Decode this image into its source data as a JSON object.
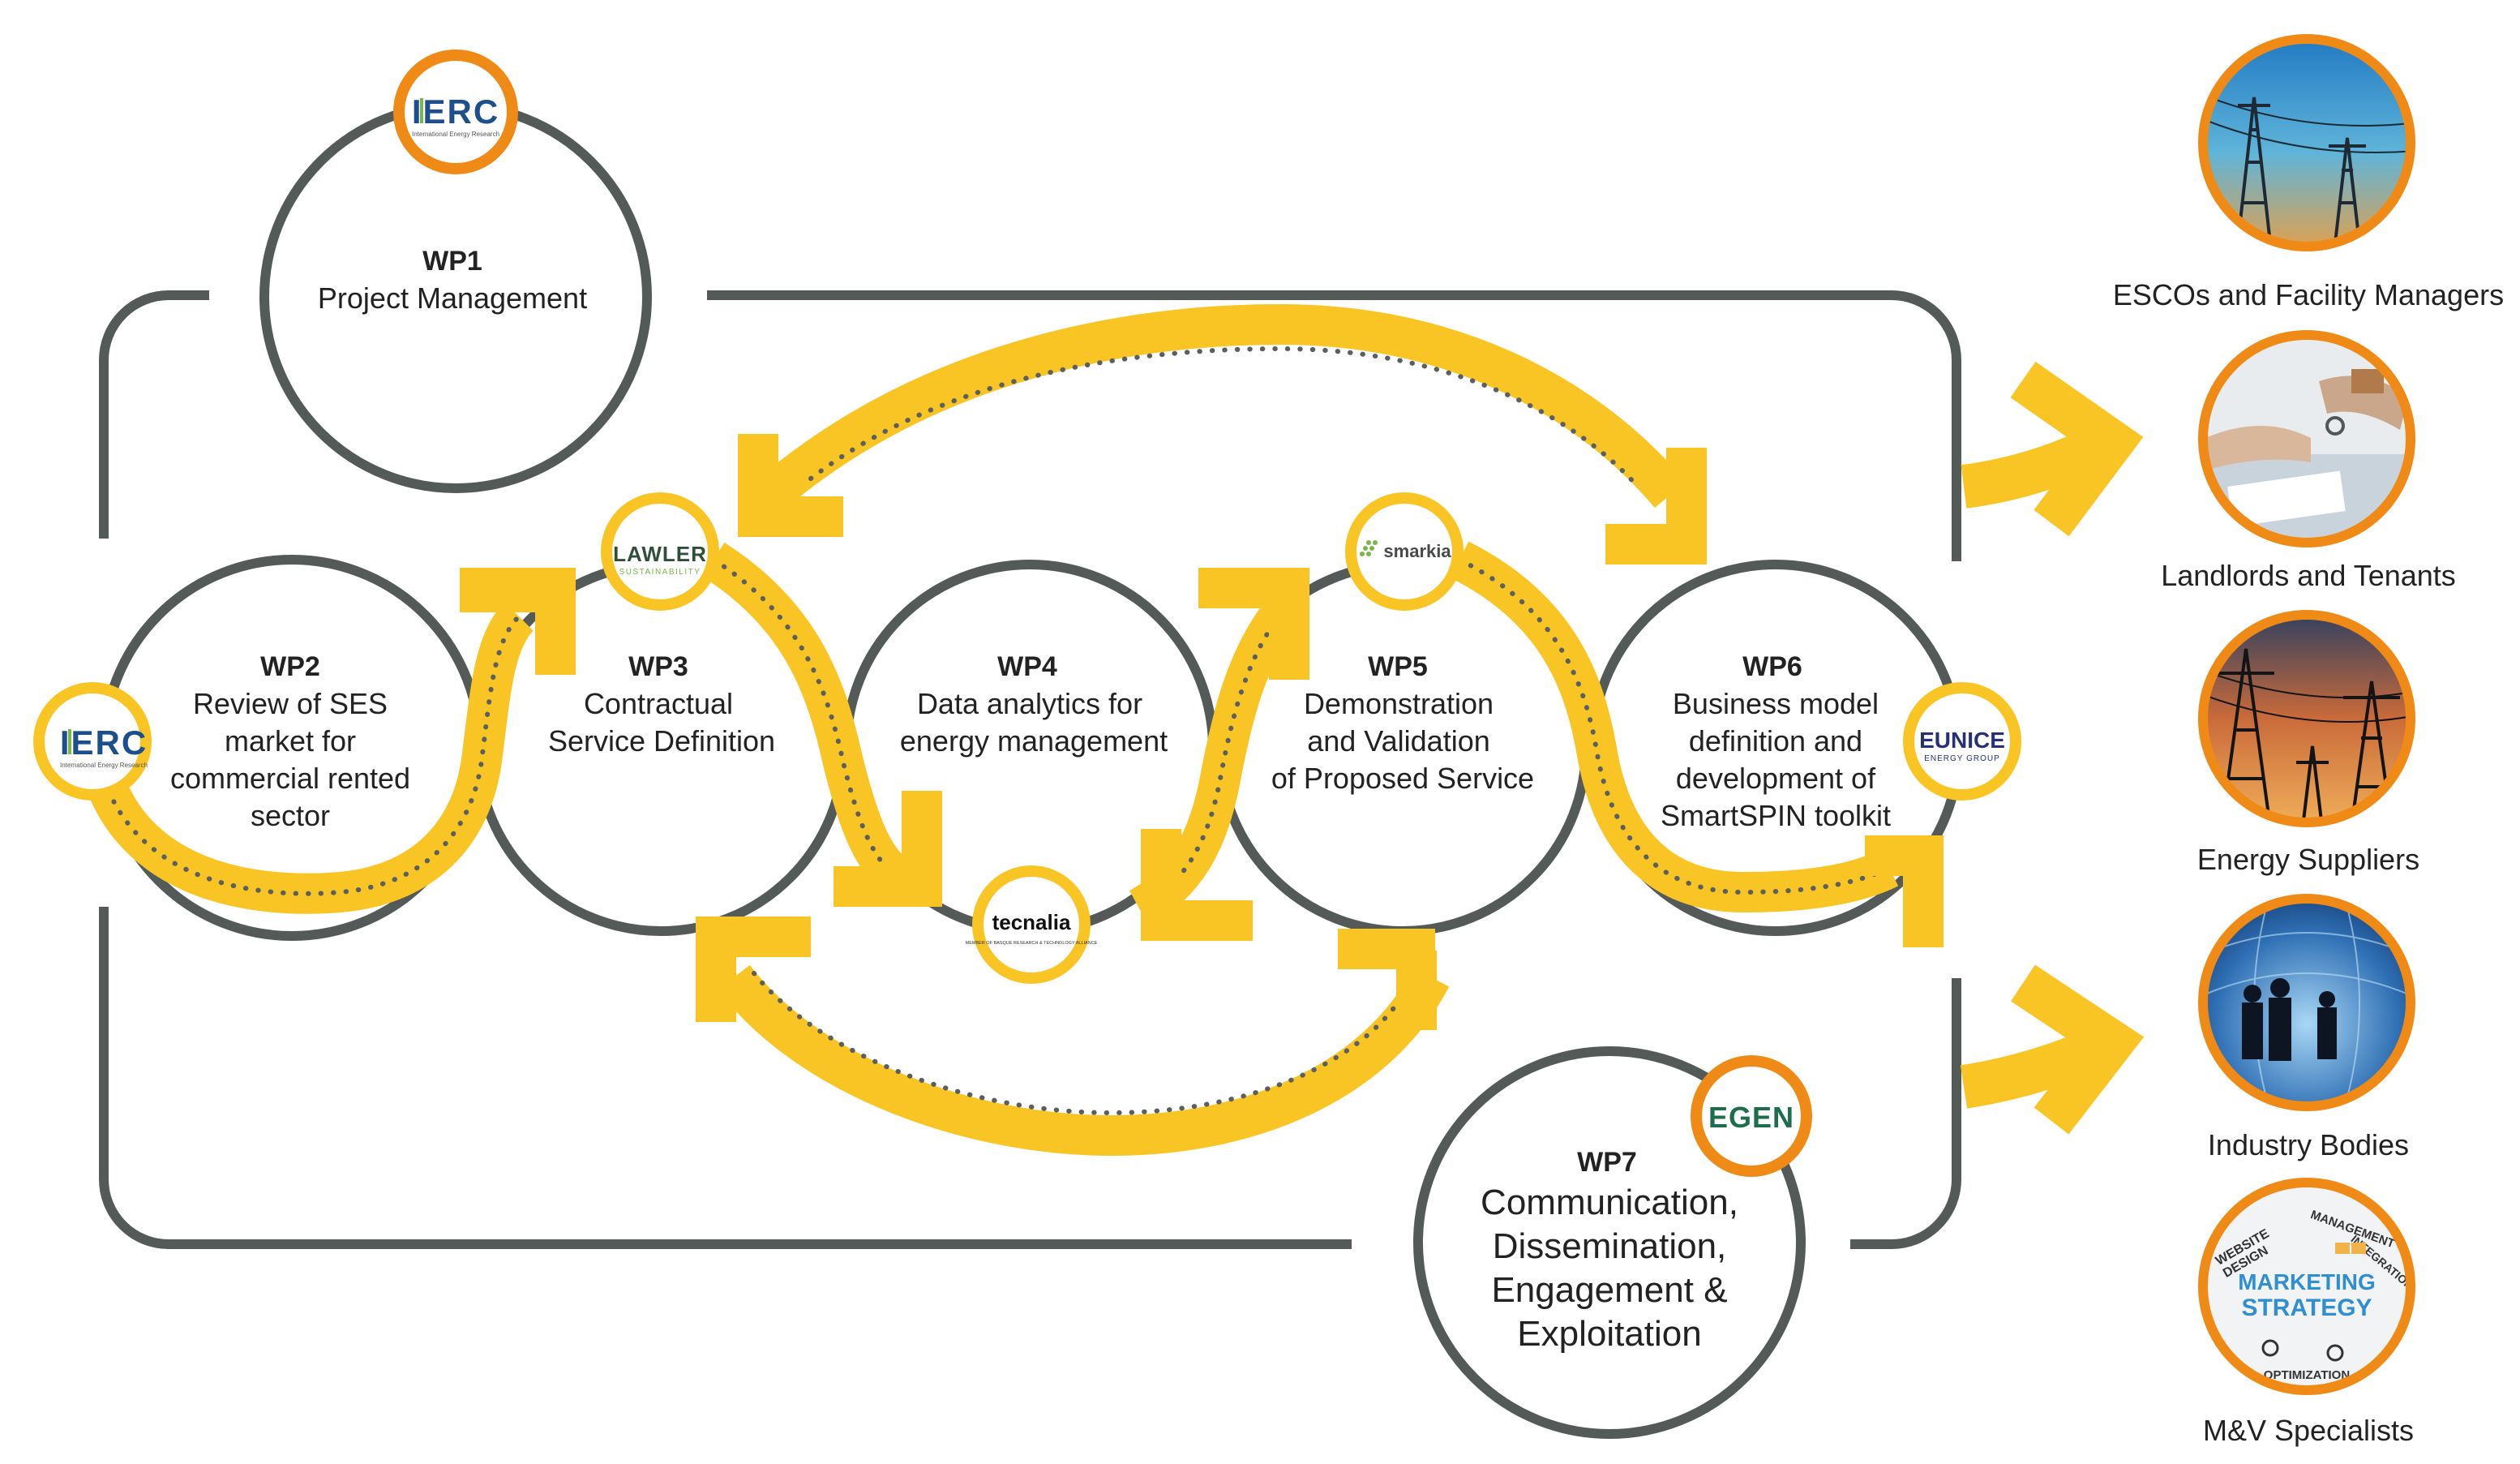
{
  "colors": {
    "frame": "#545a58",
    "yellow": "#f9c525",
    "orange": "#ef8a17",
    "dots": "#5b5f5e",
    "ierc_blue": "#1d4f8c",
    "ierc_green": "#7ab648",
    "eunice_blue": "#27317a",
    "egen_green": "#1c6f4a",
    "lawler_green": "#2f4f3a"
  },
  "work_packages": [
    {
      "id": "WP1",
      "lines": [
        "Project Management"
      ]
    },
    {
      "id": "WP2",
      "lines": [
        "Review of SES",
        "market for",
        "commercial rented",
        "sector"
      ]
    },
    {
      "id": "WP3",
      "lines": [
        "Contractual",
        "Service Definition"
      ]
    },
    {
      "id": "WP4",
      "lines": [
        "Data analytics for",
        "energy management"
      ]
    },
    {
      "id": "WP5",
      "lines": [
        "Demonstration",
        "and Validation",
        "of Proposed Service"
      ]
    },
    {
      "id": "WP6",
      "lines": [
        "Business model",
        "definition and",
        "development of",
        "SmartSPIN toolkit"
      ]
    },
    {
      "id": "WP7",
      "lines": [
        "Communication,",
        "Dissemination,",
        "Engagement &",
        "Exploitation"
      ]
    }
  ],
  "partners": [
    {
      "name": "IERC",
      "sub": "International Energy Research",
      "icon": "ierc-logo"
    },
    {
      "name": "IERC",
      "sub": "International Energy Research",
      "icon": "ierc-logo"
    },
    {
      "name": "LAWLER",
      "sub": "SUSTAINABILITY",
      "icon": "lawler-logo"
    },
    {
      "name": "smarkia",
      "icon": "smarkia-logo"
    },
    {
      "name": "tecnalia",
      "sub": "MEMBER OF BASQUE RESEARCH & TECHNOLOGY ALLIANCE",
      "icon": "tecnalia-logo"
    },
    {
      "name": "EUNICE",
      "sub": "ENERGY GROUP",
      "icon": "eunice-logo"
    },
    {
      "name": "EGEN",
      "icon": "egen-logo"
    }
  ],
  "audiences": [
    {
      "label": "ESCOs and Facility Managers",
      "icon": "power-lines-photo-icon"
    },
    {
      "label": "Landlords and Tenants",
      "icon": "handshake-keys-photo-icon"
    },
    {
      "label": "Energy Suppliers",
      "icon": "sunset-pylons-photo-icon"
    },
    {
      "label": "Industry Bodies",
      "icon": "business-people-photo-icon"
    },
    {
      "label": "M&V Specialists",
      "icon": "marketing-strategy-photo-icon"
    }
  ],
  "strategy_photo": {
    "center": [
      "MARKETING",
      "STRATEGY"
    ],
    "words": [
      "WEBSITE",
      "DESIGN",
      "MANAGEMENT",
      "OPTIMIZATION",
      "INTEGRATION"
    ]
  }
}
